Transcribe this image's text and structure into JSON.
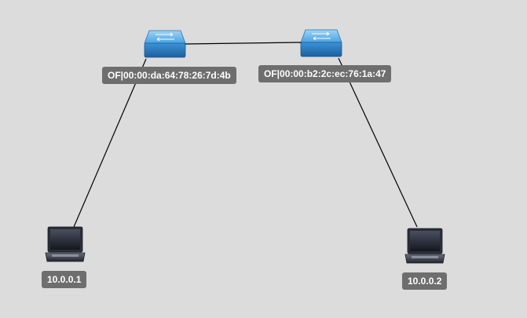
{
  "topology": {
    "switches": [
      {
        "id": "s1",
        "label": "OF|00:00:da:64:78:26:7d:4b",
        "icon": "openflow-switch-icon"
      },
      {
        "id": "s2",
        "label": "OF|00:00:b2:2c:ec:76:1a:47",
        "icon": "openflow-switch-icon"
      }
    ],
    "hosts": [
      {
        "id": "h1",
        "label": "10.0.0.1",
        "icon": "host-laptop-icon"
      },
      {
        "id": "h2",
        "label": "10.0.0.2",
        "icon": "host-laptop-icon"
      }
    ],
    "links": [
      {
        "from": "s1",
        "to": "s2"
      },
      {
        "from": "s1",
        "to": "h1"
      },
      {
        "from": "s2",
        "to": "h2"
      }
    ],
    "colors": {
      "background": "#dcdcdc",
      "switch_body": "#2f86cf",
      "label_background": "#6e6e6e",
      "label_text": "#ffffff",
      "link": "#000000"
    }
  }
}
